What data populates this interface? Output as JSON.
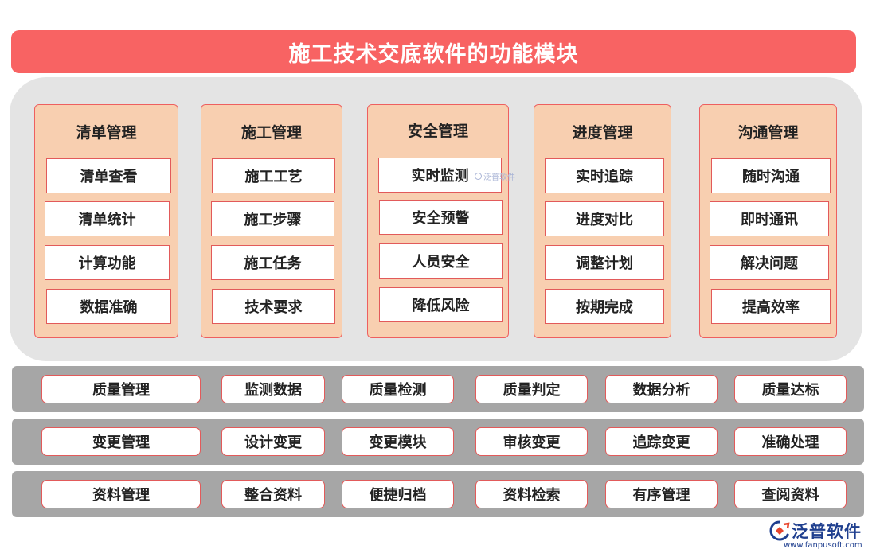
{
  "title": "施工技术交底软件的功能模块",
  "modules": [
    {
      "title": "清单管理",
      "items": [
        "清单查看",
        "清单统计",
        "计算功能",
        "数据准确"
      ]
    },
    {
      "title": "施工管理",
      "items": [
        "施工工艺",
        "施工步骤",
        "施工任务",
        "技术要求"
      ]
    },
    {
      "title": "安全管理",
      "items": [
        "实时监测",
        "安全预警",
        "人员安全",
        "降低风险"
      ]
    },
    {
      "title": "进度管理",
      "items": [
        "实时追踪",
        "进度对比",
        "调整计划",
        "按期完成"
      ]
    },
    {
      "title": "沟通管理",
      "items": [
        "随时沟通",
        "即时通讯",
        "解决问题",
        "提高效率"
      ]
    }
  ],
  "rows": [
    {
      "items": [
        "质量管理",
        "监测数据",
        "质量检测",
        "质量判定",
        "数据分析",
        "质量达标"
      ]
    },
    {
      "items": [
        "变更管理",
        "设计变更",
        "变更模块",
        "审核变更",
        "追踪变更",
        "准确处理"
      ]
    },
    {
      "items": [
        "资料管理",
        "整合资料",
        "便捷归档",
        "资料检索",
        "有序管理",
        "查阅资料"
      ]
    }
  ],
  "watermark": "泛普软件",
  "logo": {
    "name": "泛普软件",
    "url": "www.fanpusoft.com",
    "icon": "fanpu-logo-icon"
  },
  "colors": {
    "title_bg": "#f86363",
    "panel_bg": "#e4e4e4",
    "module_bg": "#f8cfb0",
    "border": "#e25a5a",
    "row_bg": "#a6a6a6",
    "logo": "#1f3f8f"
  }
}
